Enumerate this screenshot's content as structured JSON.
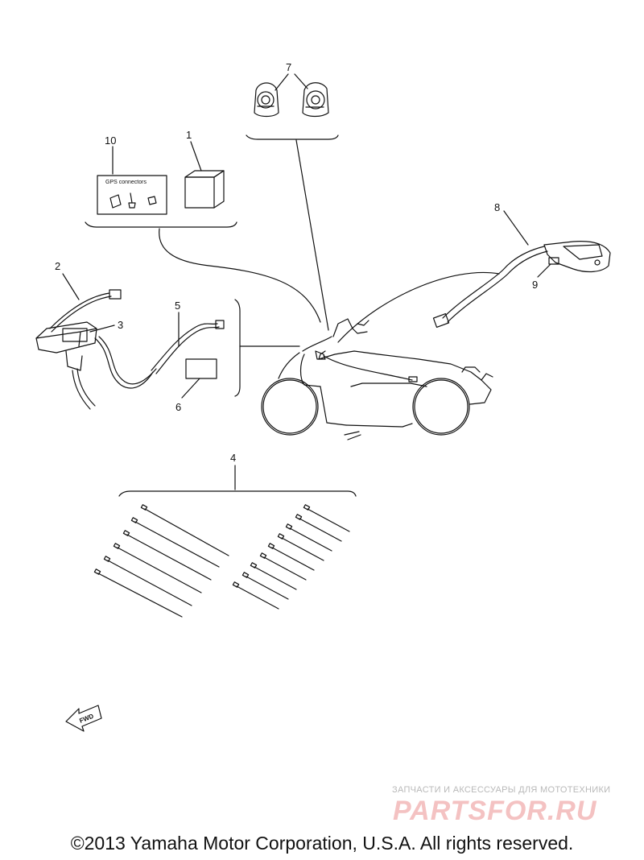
{
  "diagram": {
    "callouts": {
      "p1": "1",
      "p2": "2",
      "p3": "3",
      "p4": "4",
      "p5": "5",
      "p6": "6",
      "p7": "7",
      "p8": "8",
      "p9": "9",
      "p10": "10"
    },
    "gps_label": "GPS connectors",
    "fwd_label": "FWD"
  },
  "watermark": {
    "tagline": "ЗАПЧАСТИ И АКСЕССУАРЫ ДЛЯ МОТОТЕХНИКИ",
    "brand": "PARTSFOR.RU"
  },
  "footer": {
    "copyright": "©2013 Yamaha Motor Corporation, U.S.A. All rights reserved."
  }
}
